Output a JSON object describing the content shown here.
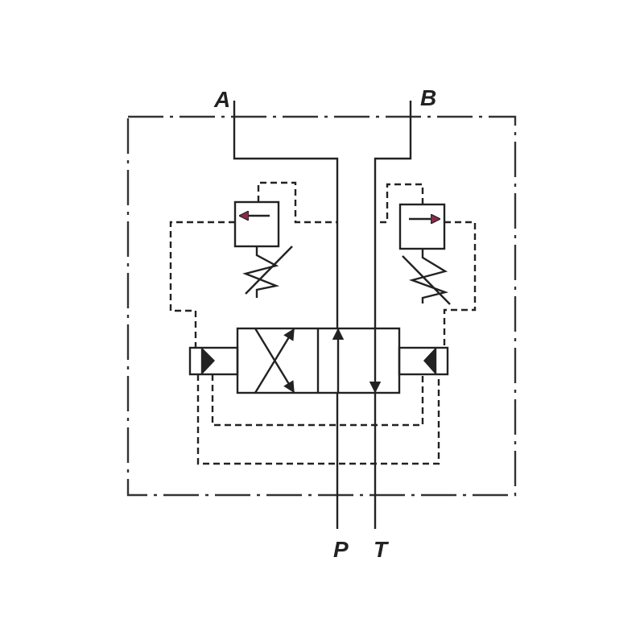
{
  "diagram": {
    "ports": {
      "a": "A",
      "b": "B",
      "p": "P",
      "t": "T"
    },
    "colors": {
      "line": "#222222",
      "arrow_accent": "#8a2a4a",
      "background": "#ffffff"
    }
  }
}
